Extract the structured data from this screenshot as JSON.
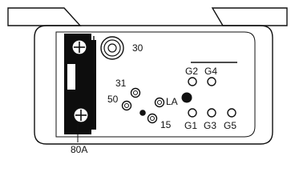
{
  "labels": {
    "terminal_30": "30",
    "terminal_31": "31",
    "terminal_50": "50",
    "terminal_15": "15",
    "terminal_la": "LA",
    "g2": "G2",
    "g4": "G4",
    "g1": "G1",
    "g3": "G3",
    "g5": "G5",
    "fuse": "80A"
  },
  "colors": {
    "line": "#111111",
    "background": "#ffffff"
  }
}
